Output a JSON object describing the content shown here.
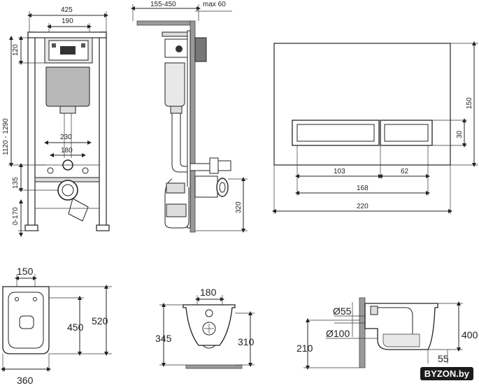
{
  "front_view": {
    "width_total": "425",
    "width_top": "190",
    "width_230": "230",
    "width_180": "180",
    "height_120": "120",
    "height_range": "1120 - 1290",
    "height_135": "135",
    "height_0_170": "0-170"
  },
  "side_view": {
    "depth_range": "155-450",
    "max_60": "max 60",
    "height_320": "320"
  },
  "flush_plate": {
    "h_150": "150",
    "h_30": "30",
    "w_103": "103",
    "w_62": "62",
    "w_168": "168",
    "w_220": "220"
  },
  "bowl_top": {
    "w_150": "150",
    "l_450": "450",
    "l_520": "520",
    "w_360": "360"
  },
  "bowl_back": {
    "w_180": "180",
    "h_345": "345",
    "h_310": "310"
  },
  "bowl_side": {
    "d_55": "Ø55",
    "d_100": "Ø100",
    "h_210": "210",
    "h_400": "400",
    "h_55": "55"
  },
  "watermark": "BYZON.by"
}
